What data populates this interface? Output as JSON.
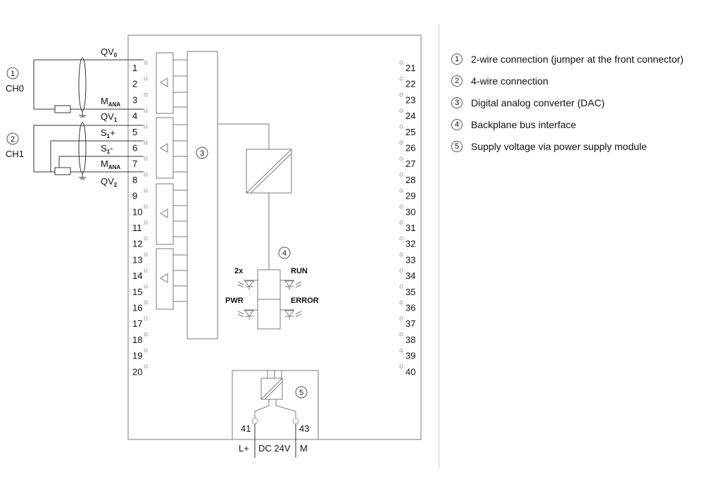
{
  "channels": [
    {
      "badge": "1",
      "label": "CH0"
    },
    {
      "badge": "2",
      "label": "CH1"
    }
  ],
  "signals": {
    "qv0": {
      "main": "QV",
      "sub": "0"
    },
    "qv1": {
      "main": "QV",
      "sub": "1"
    },
    "qv2": {
      "main": "QV",
      "sub": "2"
    },
    "mana_ch0": {
      "main": "M",
      "sub": "ANA"
    },
    "mana_ch1": {
      "main": "M",
      "sub": "ANA"
    },
    "s1_plus": {
      "main": "S",
      "sub": "1",
      "suffix": "+"
    },
    "s1_minus": {
      "main": "S",
      "sub": "1",
      "suffix": "-"
    }
  },
  "left_pins": [
    "1",
    "2",
    "3",
    "4",
    "5",
    "6",
    "7",
    "8",
    "9",
    "10",
    "11",
    "12",
    "13",
    "14",
    "15",
    "16",
    "17",
    "18",
    "19",
    "20"
  ],
  "right_pins": [
    "21",
    "22",
    "23",
    "24",
    "25",
    "26",
    "27",
    "28",
    "29",
    "30",
    "31",
    "32",
    "33",
    "34",
    "35",
    "36",
    "37",
    "38",
    "39",
    "40"
  ],
  "callouts": {
    "dac": "3",
    "backplane": "4",
    "supply": "5"
  },
  "leds": {
    "top_left": "2x",
    "top_right": "RUN",
    "bottom_left": "PWR",
    "bottom_right": "ERROR"
  },
  "supply": {
    "pin_left": "41",
    "pin_right": "43",
    "l_plus": "L+",
    "dc": "DC 24V",
    "m": "M"
  },
  "legend": [
    {
      "badge": "1",
      "text": "2-wire connection (jumper at the front connector)"
    },
    {
      "badge": "2",
      "text": "4-wire connection"
    },
    {
      "badge": "3",
      "text": "Digital analog converter (DAC)"
    },
    {
      "badge": "4",
      "text": "Backplane bus interface"
    },
    {
      "badge": "5",
      "text": "Supply voltage via power supply module"
    }
  ]
}
